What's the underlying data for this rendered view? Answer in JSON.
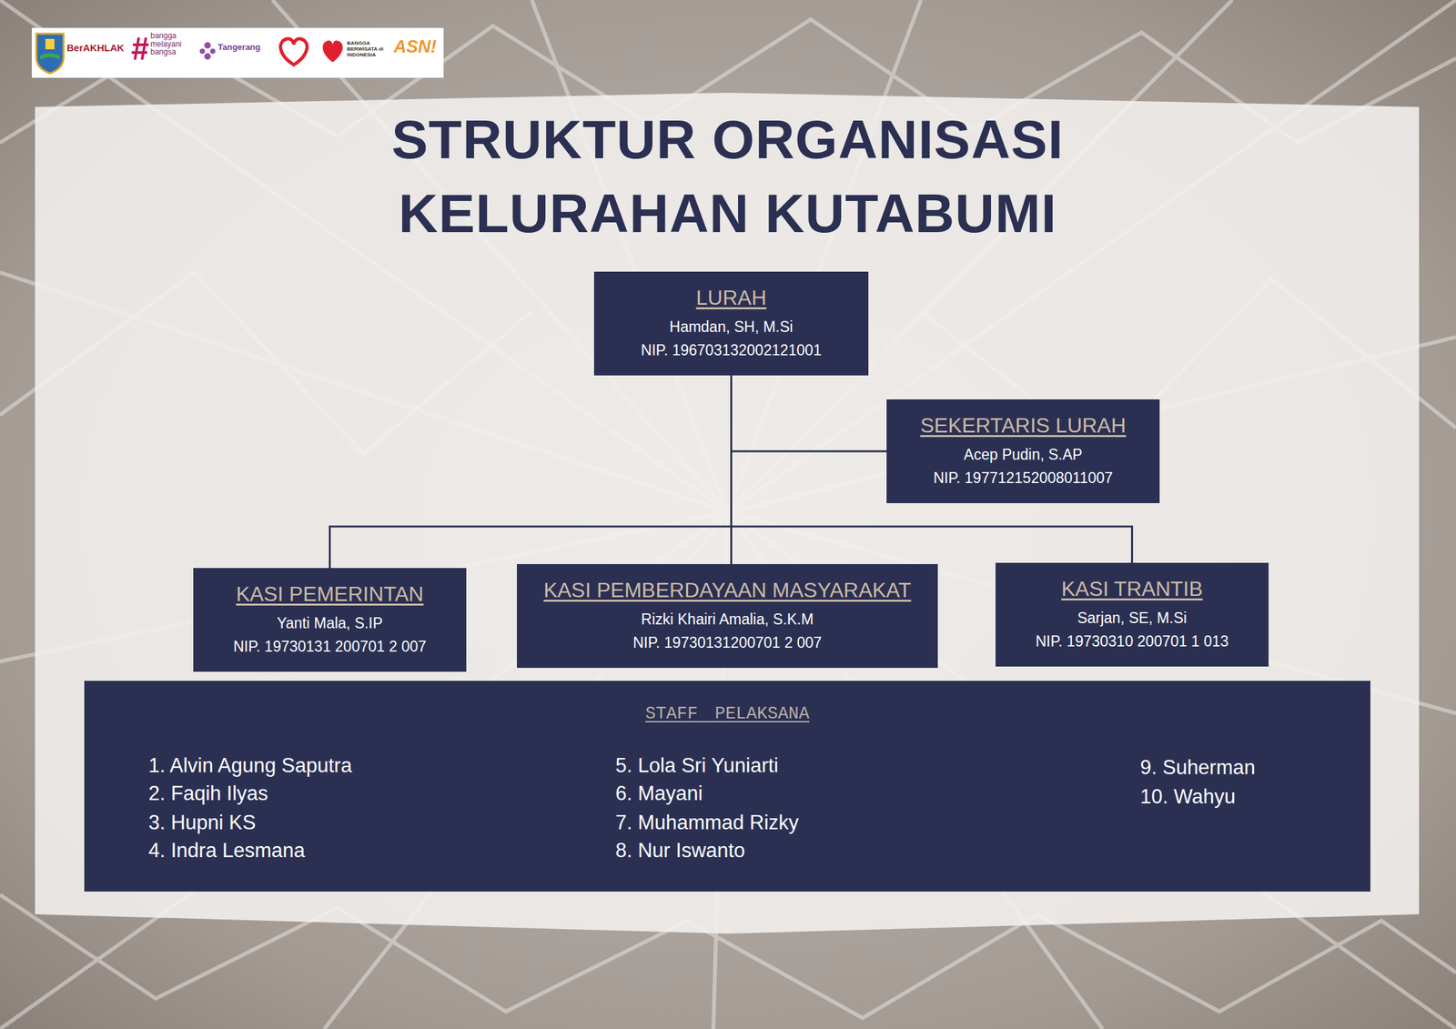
{
  "diagram": {
    "title": "STRUKTUR ORGANISASI KELURAHAN KUTABUMI",
    "nodes": [
      {
        "text": [
          "LURAH",
          "Hamdan, SH, M.Si",
          "NIP. 196703132002121001"
        ]
      },
      {
        "text": [
          "SEKERTARIS LURAH",
          "Acep Pudin, S.AP",
          "NIP. 197712152008011007"
        ]
      },
      {
        "text": [
          "KASI PEMERINTAN",
          "Yanti Mala, S.IP",
          "NIP. 19730131 200701 2 007"
        ]
      },
      {
        "text": [
          "KASI PEMBERDAYAAN MASYARAKAT",
          "Rizki Khairi Amalia, S.K.M",
          "NIP. 19730131200701 2 007"
        ]
      },
      {
        "text": [
          "KASI TRANTIB",
          "Sarjan, SE, M.Si",
          "NIP. 19730310 200701 1 013"
        ]
      },
      {
        "text": [
          "STAFF PELAKSANA",
          "1. Alvin Agung Saputra",
          "2. Faqih Ilyas",
          "3. Hupni KS",
          "4. Indra Lesmana",
          "5. Lola Sri Yuniarti",
          "6. Mayani",
          "7. Muhammad Rizky",
          "8. Nur Iswanto",
          "9. Suherman",
          "10. Wahyu"
        ]
      }
    ],
    "edges": [
      {
        "from": 0,
        "to": 1,
        "arrow": "none"
      },
      {
        "from": 0,
        "to": 2,
        "arrow": "none"
      },
      {
        "from": 0,
        "to": 3,
        "arrow": "none"
      },
      {
        "from": 0,
        "to": 4,
        "arrow": "none"
      }
    ],
    "labels": [
      "BerAKHLAK",
      "bangga melayani bangsa",
      "Tangerang",
      "BANGGA BERWISATA di INDONESIA",
      "ASN!"
    ]
  }
}
